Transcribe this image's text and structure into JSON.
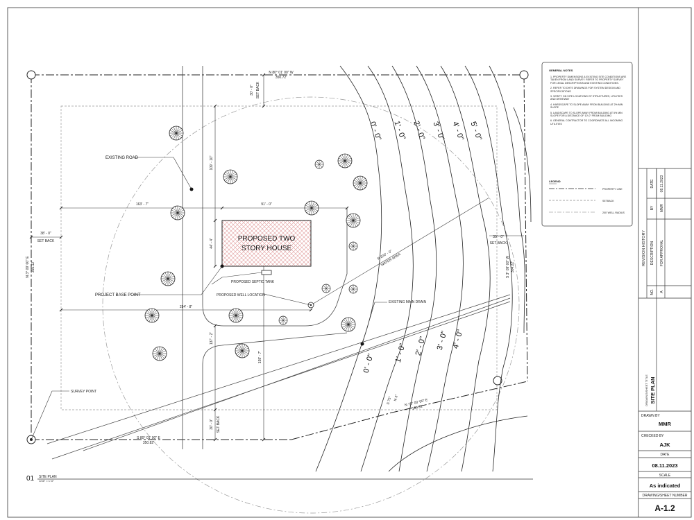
{
  "general_notes": {
    "title": "GENERAL NOTES",
    "items": [
      "1. PROPERTY DIMENSIONS & EXISTING SITE CONDITIONS ARE TAKEN FROM LAND SURVEY. REFER TO PROPERTY SURVEY FOR LEGAL DESCRIPTIONS AND EXISTING CONDITIONS.",
      "2. REFER TO DHTS DRAWINGS FOR SYSTEM DESIGN AND SPECIFICATIONS",
      "3. VERIFY ON SITE LOCATIONS OF STRUCTURES, UTILITIES AND DRIVEWAY",
      "4. HARDSCAPE TO SLOPE AWAY FROM BUILDING AT 2% MIN SLOPE",
      "5. LANDSCAPE TO SLOPE AWAY FROM BUILDING AT 5% MIN SLOPE FOR A DISTANCE OF 10'-0\" FROM BUILDING",
      "6. GENERAL CONTRACTOR TO COORDINATE ALL INCOMING UTILITIES"
    ]
  },
  "legend": {
    "title": "LEGEND",
    "items": [
      "PROPERTY LINE",
      "SETBACK",
      "200' WELL RADIUS"
    ]
  },
  "plan": {
    "house_line1": "PROPOSED TWO",
    "house_line2": "STORY HOUSE",
    "existing_road": "EXISTING ROAD",
    "project_base_point": "PROJECT BASE POINT",
    "proposed_septic_tank": "PROPOSED SEPTIC TANK",
    "proposed_well_location": "PROPOSED WELL LOCATION",
    "existing_main_drain": "EXISTING MAIN DRAIN",
    "survey_point": "SURVEY POINT",
    "water_area_dim": "R 200' - 0\"",
    "water_area": "WATER AREA",
    "dim_163": "163' - 7\"",
    "dim_91": "91' - 0\"",
    "dim_38": "38' - 0\"",
    "dim_254": "254' - 8\"",
    "dim_109": "109' - 10\"",
    "dim_44": "44' - 4\"",
    "dim_137": "137' - 2\"",
    "dim_159": "159' - 7\"",
    "dim_30_top": "30' - 0\"",
    "dim_30_bottom": "30' - 0\"",
    "dim_30_right": "30' - 0\"",
    "set_back": "SET BACK",
    "brg_top": "N 80° 01' 00\" W",
    "brg_top_len": "350.72'",
    "brg_bottom": "S 80° 01' 00\" E",
    "brg_bottom_len": "350.82'",
    "brg_left": "N 3° 09' 00\" E",
    "brg_left_len": "355.12'",
    "brg_right": "S 3° 09' 00\" W",
    "brg_right_len": "304.22'",
    "brg_mid": "N 75° 00' 00\" E",
    "brg_mid_len": "189.61'",
    "brg_sm1": "S 75°",
    "brg_sm2": "N 3°",
    "contours_top": [
      "0' - 0\"",
      "1' - 0\"",
      "2' - 0\"",
      "3' - 0\"",
      "4' - 0\"",
      "5' - 0\""
    ],
    "contours_bottom": [
      "0' - 0\"",
      "1' - 0\"",
      "2' - 0\"",
      "3' - 0\"",
      "4' - 0\""
    ],
    "view_number": "01",
    "view_title": "SITE PLAN",
    "view_scale": "1/16\" = 1'-0\""
  },
  "title_block": {
    "revision_history": "REVISION HISTORY",
    "col_no": "NO.",
    "col_description": "DESCRIPTION",
    "col_by": "BY",
    "col_date": "DATE",
    "rev_no": "A",
    "rev_description": "FOR APPROVAL",
    "rev_by": "MMR",
    "rev_date": "08.11.2023",
    "drawing_sheet_title_label": "DRAWING/SHEET TITLE",
    "drawing_sheet_title": "SITE PLAN",
    "drawn_by_label": "DRAWN BY",
    "drawn_by": "MMR",
    "checked_by_label": "CHECKED BY",
    "checked_by": "AJK",
    "date_label": "DATE",
    "date": "08.11.2023",
    "scale_label": "SCALE",
    "scale": "As indicated",
    "sheet_number_label": "DRAWING/SHEET NUMBER",
    "sheet_number": "A-1.2"
  }
}
